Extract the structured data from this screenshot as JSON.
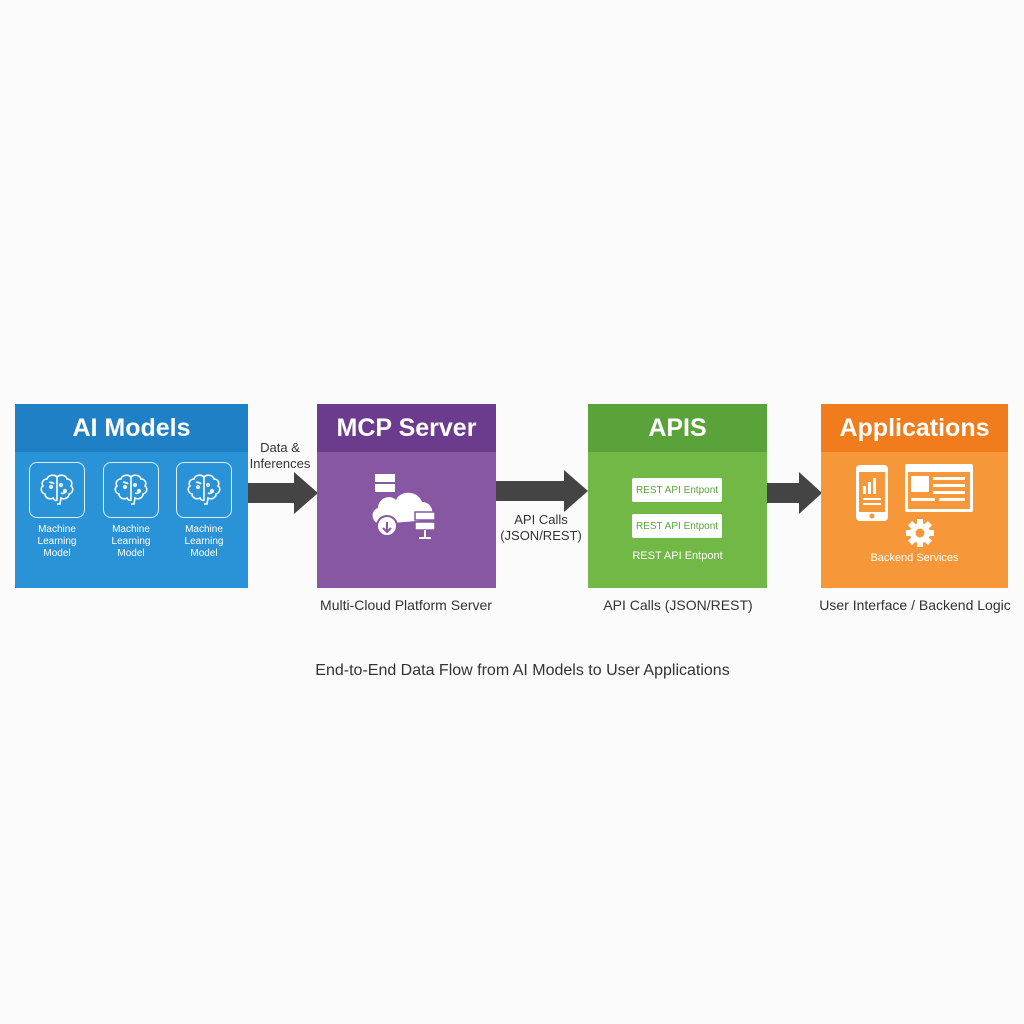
{
  "stages": {
    "ai_models": {
      "title": "AI Models",
      "items": [
        "Machine Learning Model",
        "Machine Learning Model",
        "Machine Learning Model"
      ],
      "header_color": "#1f80c6",
      "body_color": "#2a93d8"
    },
    "mcp_server": {
      "title": "MCP Server",
      "caption": "Multi-Cloud Platform Server",
      "header_color": "#6b3b8d",
      "body_color": "#8757a3"
    },
    "apis": {
      "title": "APIS",
      "endpoints": [
        "REST API Entpont",
        "REST API Entpont",
        "REST API Entpont"
      ],
      "caption": "API Calls (JSON/REST)",
      "header_color": "#5aa33a",
      "body_color": "#72b847"
    },
    "applications": {
      "title": "Applications",
      "backend_label": "Backend Services",
      "caption": "User Interface / Backend Logic",
      "header_color": "#f07c1e",
      "body_color": "#f6983a"
    }
  },
  "arrows": {
    "a1_label_1": "Data &",
    "a1_label_2": "Inferences",
    "a2_label_1": "API Calls",
    "a2_label_2": "(JSON/REST)"
  },
  "footer": {
    "caption": "End-to-End Data Flow from AI Models to User Applications"
  }
}
